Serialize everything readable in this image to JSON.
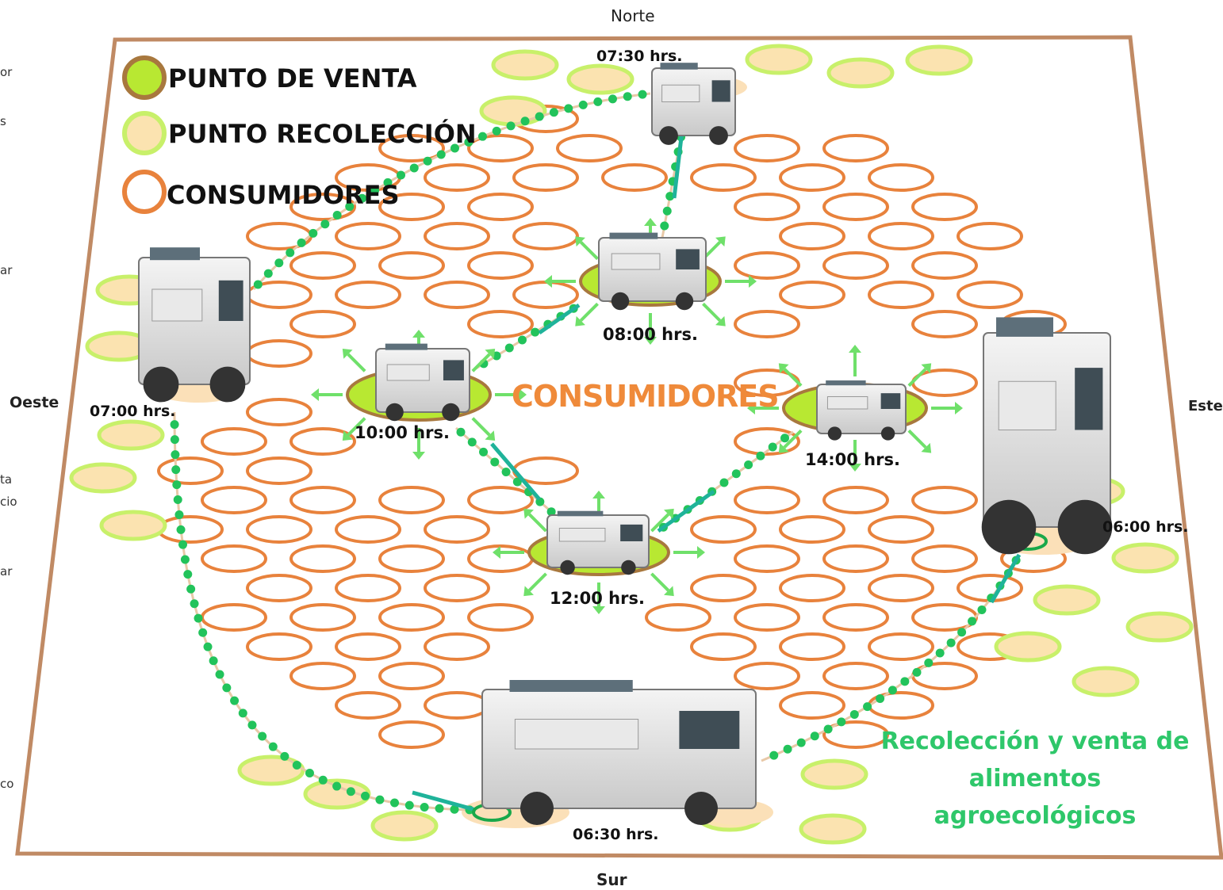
{
  "directions": {
    "north": "Norte",
    "south": "Sur",
    "west": "Oeste",
    "east": "Este"
  },
  "left_margin_fragments": [
    "or",
    "s",
    "ar",
    "ta",
    "cio",
    "ar",
    "co"
  ],
  "legend": {
    "sale_point": "PUNTO DE VENTA",
    "collection_point": "PUNTO RECOLECCIÓN",
    "consumers": "CONSUMIDORES"
  },
  "center_label": "CONSUMIDORES",
  "caption": [
    "Recolección y venta de",
    "alimentos",
    "agroecológicos"
  ],
  "stops": [
    {
      "time": "06:00 hrs.",
      "type": "collection"
    },
    {
      "time": "06:30 hrs.",
      "type": "collection"
    },
    {
      "time": "07:00 hrs.",
      "type": "collection"
    },
    {
      "time": "07:30 hrs.",
      "type": "collection"
    },
    {
      "time": "08:00 hrs.",
      "type": "sale"
    },
    {
      "time": "10:00 hrs.",
      "type": "sale"
    },
    {
      "time": "12:00 hrs.",
      "type": "sale"
    },
    {
      "time": "14:00 hrs.",
      "type": "sale"
    }
  ],
  "colors": {
    "field_border": "#c08a64",
    "consumer_ring": "#e8823c",
    "collection_fill": "#fbe3b0",
    "collection_ring": "#c8f06a",
    "sale_fill": "#b8e832",
    "route_dots": "#22c35b",
    "arrows": "#6fe06a",
    "caption": "#2ec76a"
  }
}
